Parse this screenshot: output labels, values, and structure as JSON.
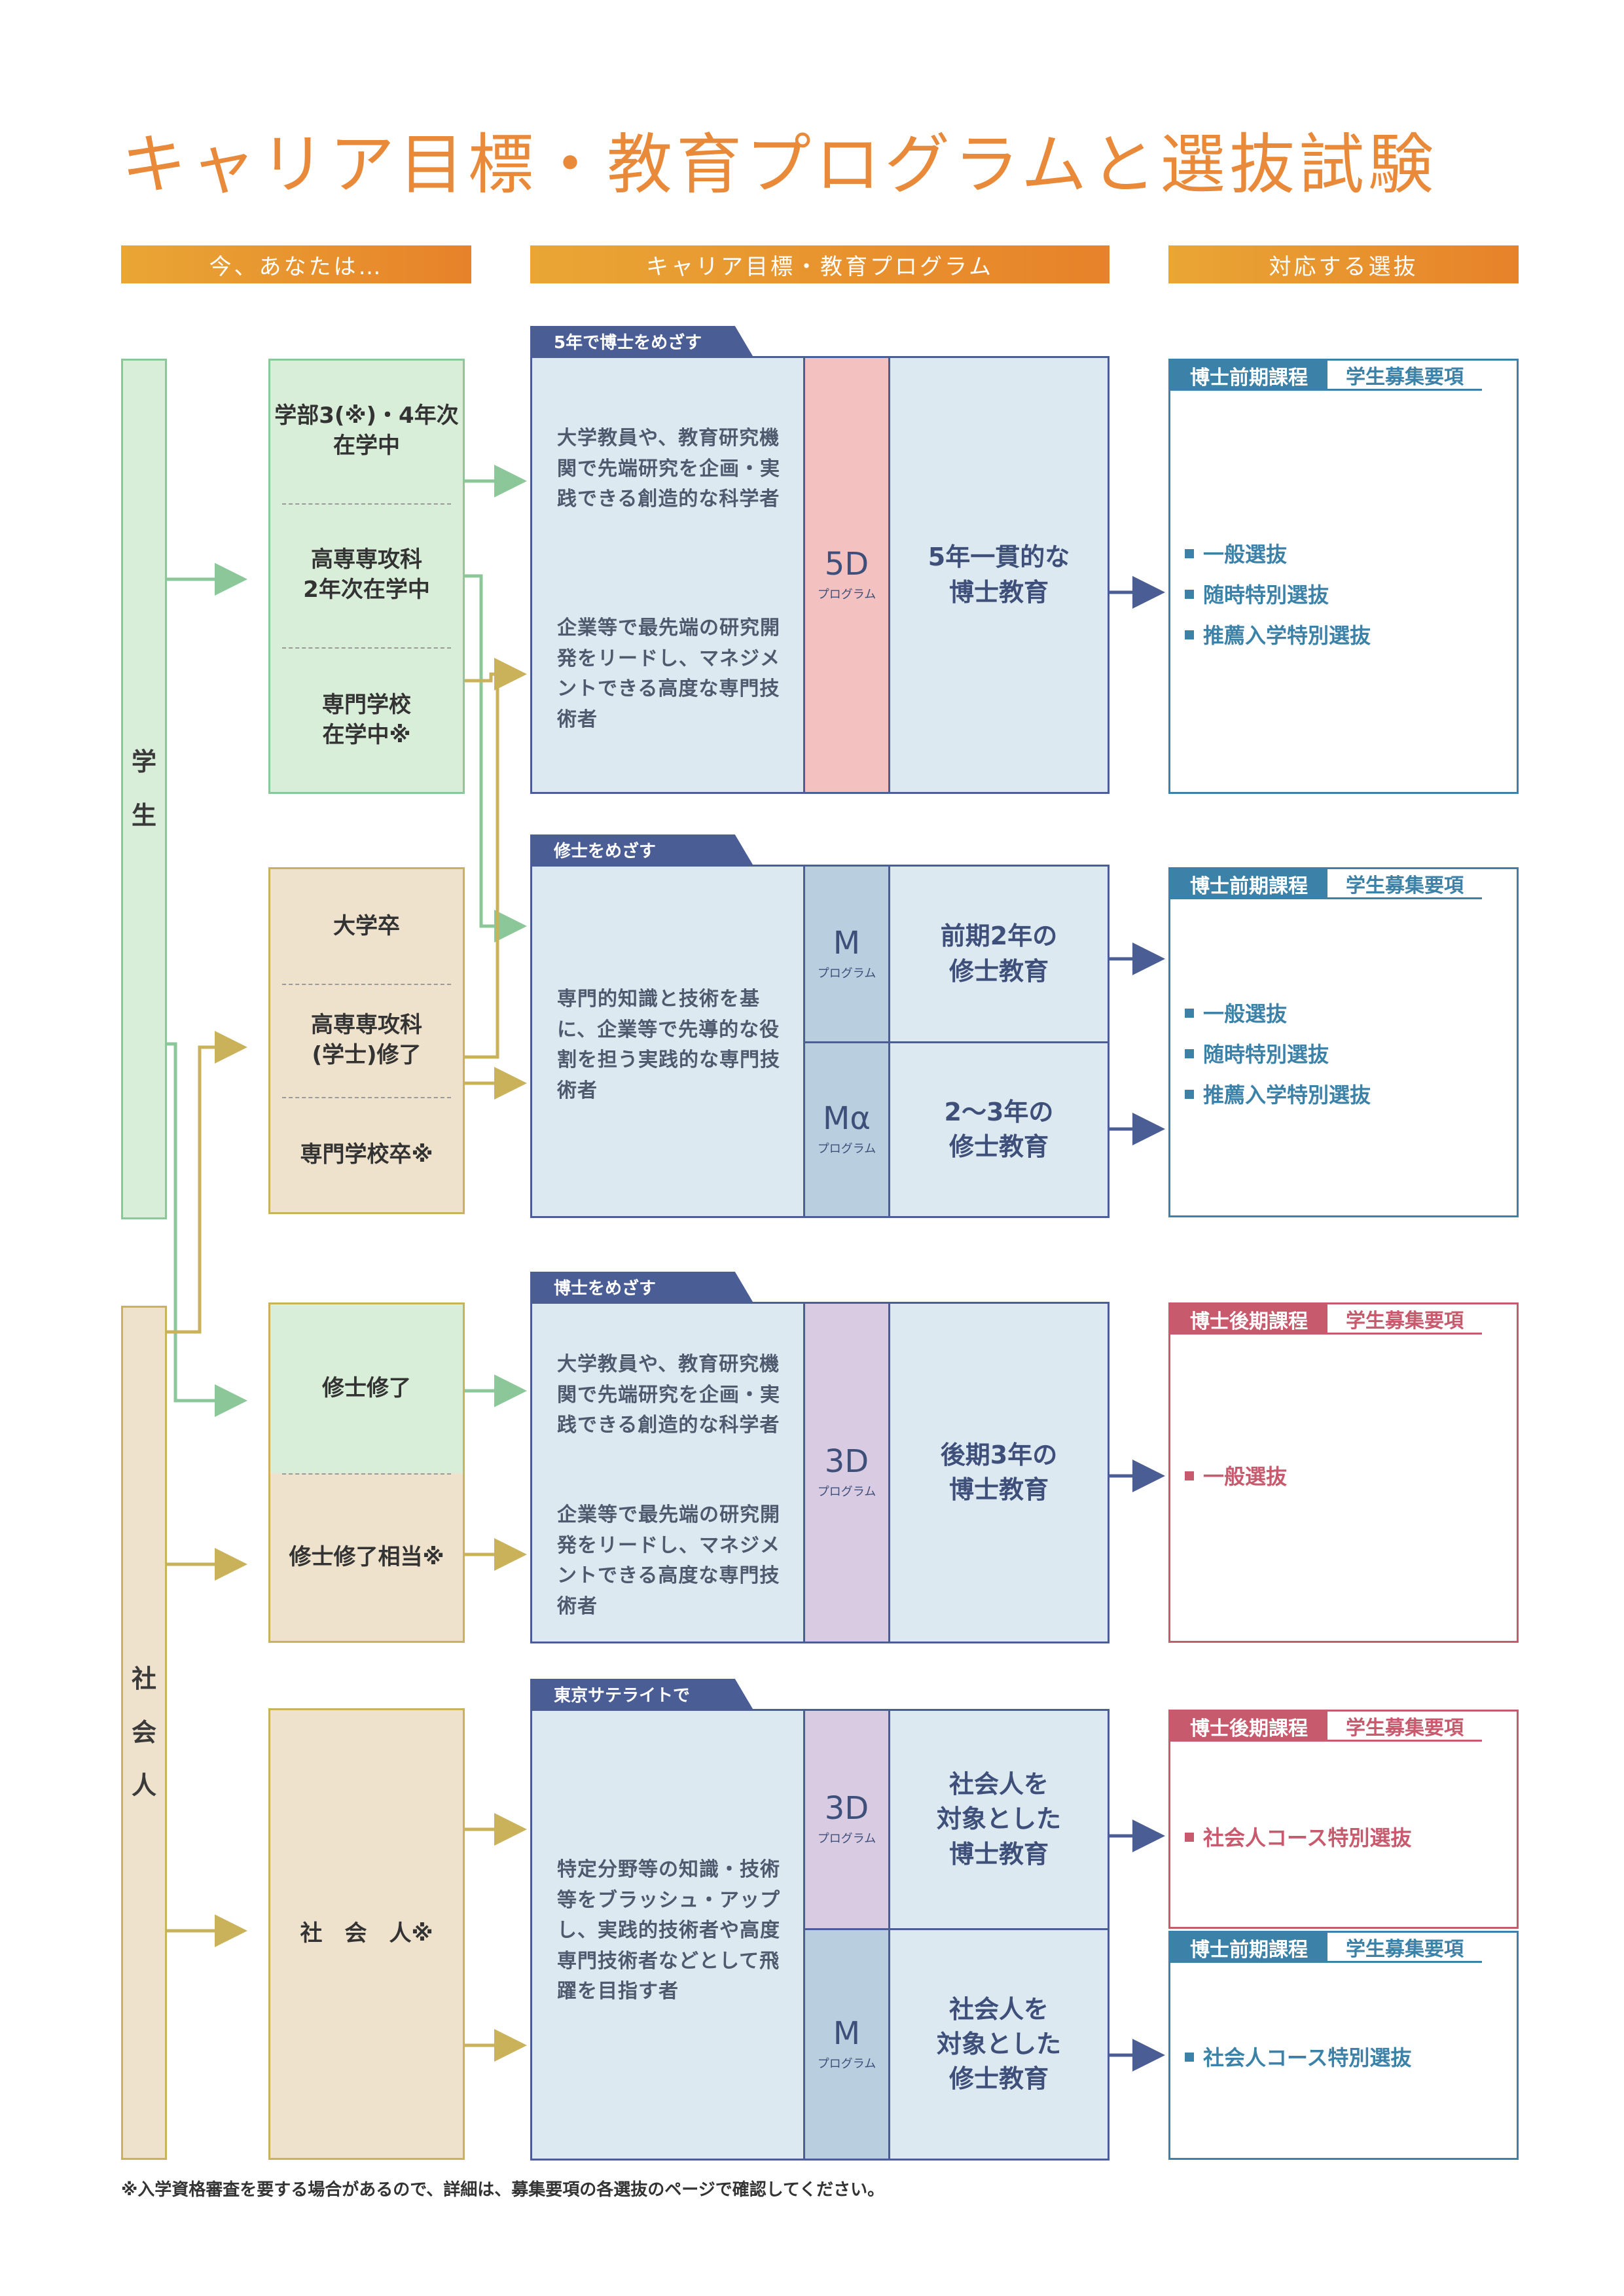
{
  "title": "キャリア目標・教育プログラムと選抜試験",
  "headers": {
    "col1": "今、あなたは…",
    "col2": "キャリア目標・教育プログラム",
    "col3": "対応する選抜"
  },
  "categories": {
    "student": [
      "学",
      "生"
    ],
    "worker": [
      "社",
      "会",
      "人"
    ]
  },
  "current": {
    "g1": [
      "学部3(※)・4年次\n在学中",
      "高専専攻科\n2年次在学中",
      "専門学校\n在学中※"
    ],
    "g2": [
      "大学卒",
      "高専専攻科\n(学士)修了",
      "専門学校卒※"
    ],
    "g3": [
      "修士修了",
      "修士修了相当※"
    ],
    "g4": [
      "社　会　人※"
    ]
  },
  "programs": [
    {
      "tab": "5年で博士をめざす",
      "text": [
        "大学教員や、教育研究機関で先端研究を企画・実践できる創造的な科学者",
        "企業等で最先端の研究開発をリードし、マネジメントできる高度な専門技術者"
      ],
      "rows": [
        {
          "code": "5D",
          "label": "プログラム",
          "name": "5年一貫的な\n博士教育",
          "color": "#f4c1c1"
        }
      ]
    },
    {
      "tab": "修士をめざす",
      "text": [
        "専門的知識と技術を基に、企業等で先導的な役割を担う実践的な専門技術者"
      ],
      "rows": [
        {
          "code": "M",
          "label": "プログラム",
          "name": "前期2年の\n修士教育",
          "color": "#b9cfdf"
        },
        {
          "code": "Mα",
          "label": "プログラム",
          "name": "2〜3年の\n修士教育",
          "color": "#b9cfdf"
        }
      ]
    },
    {
      "tab": "博士をめざす",
      "text": [
        "大学教員や、教育研究機関で先端研究を企画・実践できる創造的な科学者",
        "企業等で最先端の研究開発をリードし、マネジメントできる高度な専門技術者"
      ],
      "rows": [
        {
          "code": "3D",
          "label": "プログラム",
          "name": "後期3年の\n博士教育",
          "color": "#d9cbe2"
        }
      ]
    },
    {
      "tab": "東京サテライトで",
      "text": [
        "特定分野等の知識・技術等をブラッシュ・アップし、実践的技術者や高度専門技術者などとして飛躍を目指す者"
      ],
      "rows": [
        {
          "code": "3D",
          "label": "プログラム",
          "name": "社会人を\n対象とした\n博士教育",
          "color": "#d9cbe2"
        },
        {
          "code": "M",
          "label": "プログラム",
          "name": "社会人を\n対象とした\n修士教育",
          "color": "#b9cfdf"
        }
      ]
    }
  ],
  "selections": [
    {
      "course": "博士前期課程",
      "guide": "学生募集要項",
      "items": [
        "一般選抜",
        "随時特別選抜",
        "推薦入学特別選抜"
      ]
    },
    {
      "course": "博士前期課程",
      "guide": "学生募集要項",
      "items": [
        "一般選抜",
        "随時特別選抜",
        "推薦入学特別選抜"
      ]
    },
    {
      "course": "博士後期課程",
      "guide": "学生募集要項",
      "items": [
        "一般選抜"
      ]
    },
    {
      "course": "博士後期課程",
      "guide": "学生募集要項",
      "items": [
        "社会人コース特別選抜"
      ]
    },
    {
      "course": "博士前期課程",
      "guide": "学生募集要項",
      "items": [
        "社会人コース特別選抜"
      ]
    }
  ],
  "colors": {
    "title": "#e9893a",
    "program_border": "#4a5e95",
    "program_bg": "#dde9f1",
    "student_green": "#d9eed9",
    "worker_beige": "#efe2cc",
    "blue_selection": "#3c82a8",
    "red_selection": "#c85a6e"
  },
  "footnote": "※入学資格審査を要する場合があるので、詳細は、募集要項の各選抜のページで確認してください。"
}
